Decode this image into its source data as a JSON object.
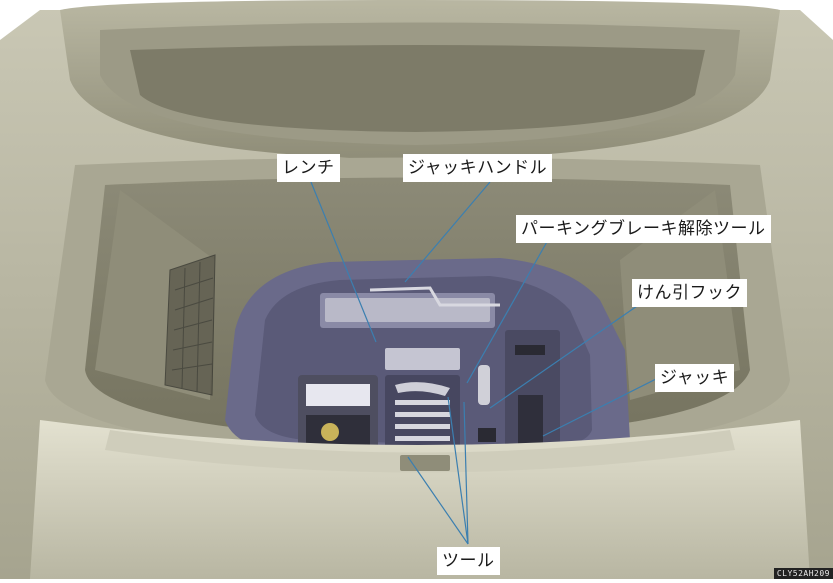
{
  "labels": {
    "wrench": "レンチ",
    "jack_handle": "ジャッキハンドル",
    "parking_brake_tool": "パーキングブレーキ解除ツール",
    "tow_hook": "けん引フック",
    "jack": "ジャッキ",
    "tool": "ツール"
  },
  "figure_code": "CLY52AH209"
}
